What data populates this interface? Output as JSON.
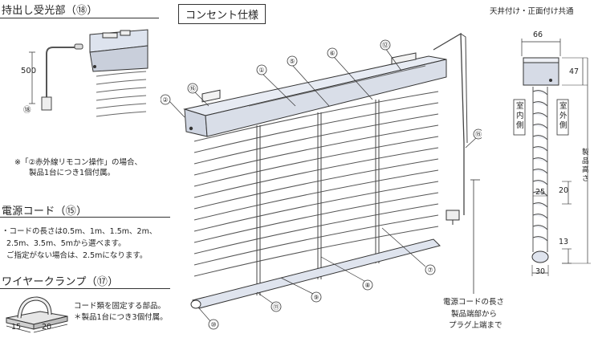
{
  "headers": {
    "receiver": "持出し受光部（⑱）",
    "spec": "コンセント仕様",
    "mount": "天井付け・正面付け共通",
    "power_cord": "電源コード（⑮）",
    "wire_clamp": "ワイヤークランプ（⑰）"
  },
  "receiver": {
    "dim_500": "500",
    "part_no": "⑱",
    "note_line1": "※「②赤外線リモコン操作」の場合、",
    "note_line2": "製品1台につき1個付属。"
  },
  "power_cord": {
    "line1": "・コードの長さは0.5m、1m、1.5m、2m、",
    "line2": "2.5m、3.5m、5mから選べます。",
    "line3": "ご指定がない場合は、2.5mになります。"
  },
  "clamp": {
    "text1": "コード類を固定する部品。",
    "text2": "＊製品1台につき3個付属。",
    "dim_15": "15",
    "dim_20": "20"
  },
  "callouts": [
    "①",
    "②",
    "⑤",
    "⑥",
    "⑦",
    "⑧",
    "⑨",
    "⑩",
    "⑪",
    "⑫",
    "⑮",
    "⑯"
  ],
  "cord_length": {
    "line1": "電源コードの長さ",
    "line2": "製品端部から",
    "line3": "プラグ上端まで"
  },
  "side_view": {
    "dim_66": "66",
    "dim_47": "47",
    "dim_25": "25",
    "dim_20": "20",
    "dim_13": "13",
    "dim_30": "30",
    "indoor": "室内側",
    "outdoor": "室外側",
    "height": "製品高さ"
  }
}
